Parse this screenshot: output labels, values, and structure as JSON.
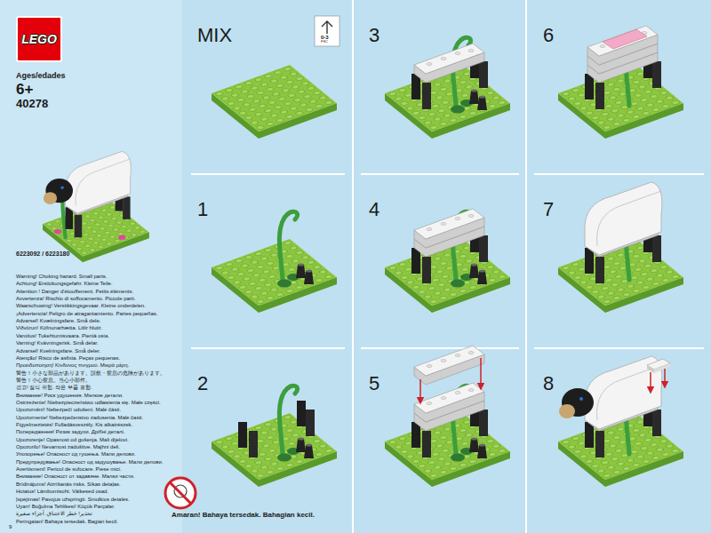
{
  "diagram": {
    "nodes": [
      {
        "text": [
          "LEGO"
        ]
      }
    ],
    "labels": [
      "Ages/edades",
      "6+",
      "40278",
      "6223092 / 6223180",
      "Warning! Choking hazard. Small parts.",
      "Achtung! Erstickungsgefahr. Kleine Teile.",
      "Attention ! Danger d'étouffement. Petits éléments.",
      "Avvertenza! Rischio di soffocamento. Piccole parti.",
      "Waarschuwing! Verstikkingsgevaar. Kleine onderdelen.",
      "¡Advertencia! Peligro de atragantamiento. Partes pequeñas.",
      "Advarsel! Kvælningsfare. Små dele.",
      "Viðvörun! Köfnunarhætta. Litlir hlutir.",
      "Varoitus! Tukehtumisvaara. Pieniä osia.",
      "Varning! Kvävningsrisk. Små delar.",
      "Advarsel! Kvelningsfare. Små deler.",
      "Atenção! Risco de asfixia. Peças pequenas.",
      "Προειδοποίηση! Κίνδυνος πνιγμού. Μικρά μέρη.",
      "警告！小さな部品があります。誤飲・窒息の危険があります。",
      "警告！小心窒息。当心小部件。",
      "경고! 질식 위험. 작은 부품 포함.",
      "Внимание! Риск удушения. Мелкие детали.",
      "Ostrzeżenie! Niebezpieczeństwo udławienia się. Małe części.",
      "Upozornění! Nebezpečí udušení. Malé části.",
      "Upozornenie! Nebezpečenstvo zadusenia. Malé časti.",
      "Figyelmeztetés! Fulladásveszély. Kis alkatrészek.",
      "Попередження! Ризик задухи. Дрібні деталі.",
      "Upozorenje! Opasnost od gušenja. Mali dijelovi.",
      "Opozorilo! Nevarnost zadušitve. Majhni deli.",
      "Упозорење! Опасност од гушења. Мали делови.",
      "Предупредување! Опасност од задушување. Мали делови.",
      "Avertisment! Pericol de sufocare. Piese mici.",
      "Внимание! Опасност от задавяне. Малки части.",
      "Brīdinājums! Aizrīšanās risks. Sīkas detaļas.",
      "Hoiatus! Lämbumisoht. Väikesed osad.",
      "Įspėjimas! Pavojus užspringti. Smulkios detalės.",
      "Uyarı! Boğulma Tehlikesi! Küçük Parçalar.",
      "تحذير! خطر الاختناق. أجزاء صغيرة",
      "Peringatan! Bahaya tersedak. Bagian kecil.",
      "Amaran! Bahaya tersedak. Bahagian kecil.",
      "0-3",
      "FSC",
      "MIX",
      "1",
      "2",
      "3",
      "4",
      "5",
      "6",
      "7",
      "8",
      "9"
    ]
  }
}
